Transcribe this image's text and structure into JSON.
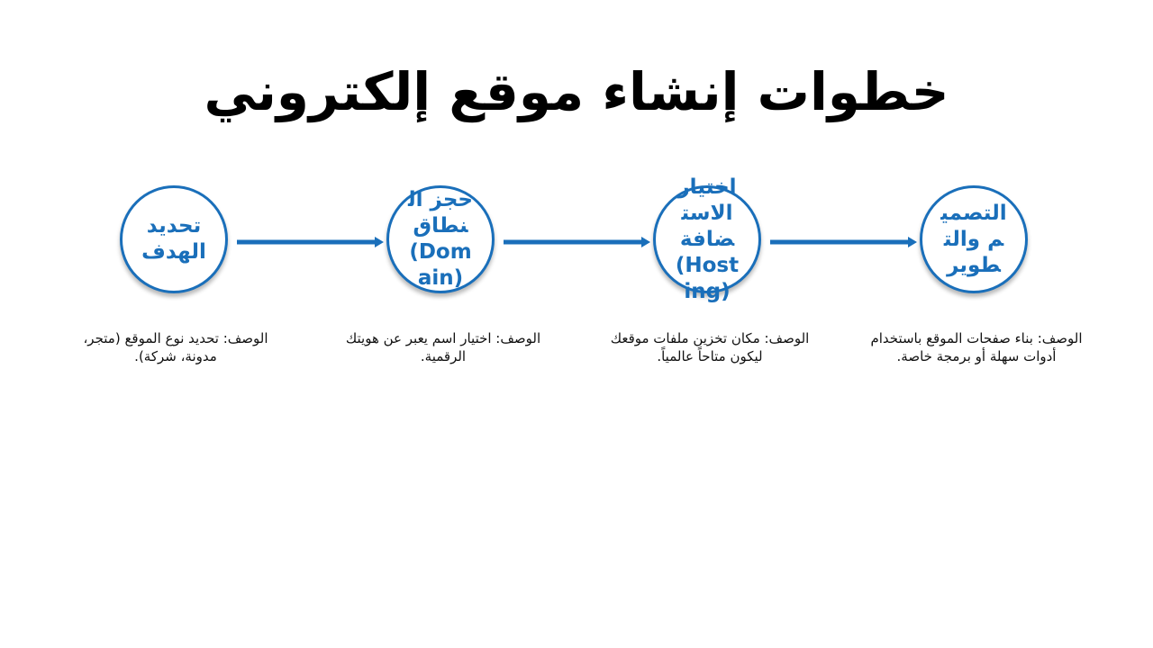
{
  "title": "خطوات إنشاء موقع إلكتروني",
  "colors": {
    "accent": "#1a6fba",
    "text": "#000000",
    "background": "#ffffff"
  },
  "steps": [
    {
      "label": "تحديد الهدف",
      "description": "الوصف: تحديد نوع الموقع (متجر، مدونة، شركة)."
    },
    {
      "label": "حجز النطاق (Domain)",
      "description": "الوصف: اختيار اسم يعبر عن هويتك الرقمية."
    },
    {
      "label": "اختيار الاستضافة (Hosting)",
      "description": "الوصف: مكان تخزين ملفات موقعك ليكون متاحاً عالمياً."
    },
    {
      "label": "التصميم والتطوير",
      "description": "الوصف: بناء صفحات الموقع باستخدام أدوات سهلة أو برمجة خاصة."
    }
  ]
}
